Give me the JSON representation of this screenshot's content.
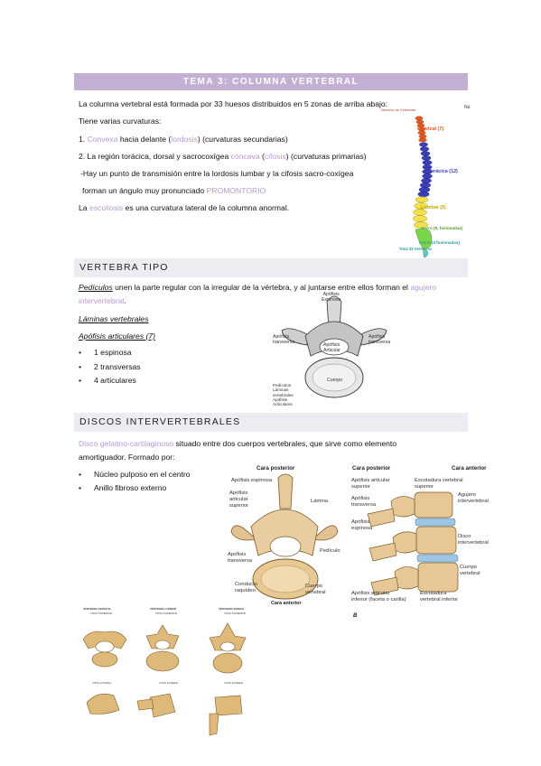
{
  "header": {
    "title": "TEMA 3: COLUMNA VERTEBRAL"
  },
  "intro": {
    "l1": "La columna vertebral está formada por 33 huesos distribuidos en 5 zonas de arriba abajo:",
    "l2": "Tiene varias curvaturas:",
    "c1_num": "1. ",
    "c1_a": "Convexa",
    "c1_b": " hacia delante (",
    "c1_c": "lordosis",
    "c1_d": ") (curvaturas secundarias)",
    "c2_a": "2. La región torácica, dorsal y sacrocoxígea ",
    "c2_b": "cóncava",
    "c2_c": " (",
    "c2_d": "cifosis",
    "c2_e": ") (curvaturas primarias)",
    "c3": "-Hay un punto de transmisión entre la lordosis lumbar y la cifosis sacro-coxígea",
    "c4_a": "forman un ángulo muy pronunciado ",
    "c4_b": "PROMONTORIO",
    "c5_a": "La ",
    "c5_b": "escoliosis",
    "c5_c": " es una curvatura lateral de la columna anormal."
  },
  "spine_figure": {
    "title": "Número de Vértebras",
    "corner": "Nú",
    "cervical": "Cervical (7)",
    "toracica": "Torácica (12)",
    "lumbar": "Lumbar (5)",
    "sacro": "Sacro (5, fusionadas)",
    "coxis": "Coxis (4 fusionadas)",
    "total": "Total 33 Vértebras",
    "colors": {
      "cervical": "#e8571b",
      "toracica": "#3a3fb8",
      "lumbar": "#f4e04a",
      "sacro": "#7bd54a",
      "coxis": "#5dc7c0"
    }
  },
  "vertebra_tipo": {
    "title": "VERTEBRA TIPO",
    "p1_a": "Pedículos",
    "p1_b": " unen la parte regular con la irregular de la vértebra, y al juntarse entre ellos forman el ",
    "p1_c": "agujero",
    "p1_d": "intervertebral",
    "p1_e": ".",
    "laminas": "Láminas vertebrales",
    "apofisis": "Apófisis articulares (7)",
    "bullets": [
      "1 espinosa",
      "2 transversas",
      "4 articulares"
    ],
    "fig": {
      "espinosa": "Apófisis\nEspinosa",
      "transversa_l": "Apófisis\ntransversa",
      "transversa_r": "Apófisis\ntransversa",
      "articular": "Apófisis\nArticular",
      "cuerpo": "Cuerpo",
      "legend": "Pedículos\nLáminas\nvertebrales\nApófisis\nArticulares"
    }
  },
  "discos": {
    "title": "DISCOS  INTERVERTEBRALES",
    "l1_a": "Disco gelatino-cartilaginoso",
    "l1_b": " situado entre dos cuerpos vertebrales, que sirve como elemento",
    "l2": "amortiguador. Formado por:",
    "bullets": [
      "Núcleo pulposo en el centro",
      "Anillo fibroso externo"
    ],
    "fig_a": {
      "cara": "Cara posterior",
      "espinosa": "Apófisis espinosa",
      "art_sup": "Apófisis\narticular\nsuperior",
      "lamina": "Lámina",
      "transversa": "Apófisis\ntransversa",
      "pediculo": "Pedículo",
      "conducto": "Conducto\nraquídeo",
      "cuerpo": "Cuerpo\nvertebral",
      "cara_ant": "Cara anterior"
    },
    "fig_b": {
      "cara_post": "Cara posterior",
      "cara_ant": "Cara anterior",
      "art_sup": "Apófisis articular\nsuperior",
      "transversa": "Apófisis\ntransversa",
      "espinosa": "Apófisis\nespinosa",
      "escotadura_sup": "Escotadura vertebral\nsuperior",
      "agujero": "Agujero\nintervertebral",
      "disco": "Disco\nintervertebral",
      "cuerpo": "Cuerpo\nvertebral",
      "art_inf": "Apófisis articular\ninferior (faceta o carilla)",
      "escotadura_inf": "Escotadura\nvertebral inferior",
      "letter": "B"
    },
    "fig_c": {
      "cervical": "VÉRTEBRA CERVICAL",
      "lumbar": "VÉRTEBRA LUMBAR",
      "dorsal": "VÉRTEBRA DORSAL",
      "vista_sup": "VISTA SUPERIOR",
      "vista_lat": "VISTA LATERAL"
    }
  }
}
